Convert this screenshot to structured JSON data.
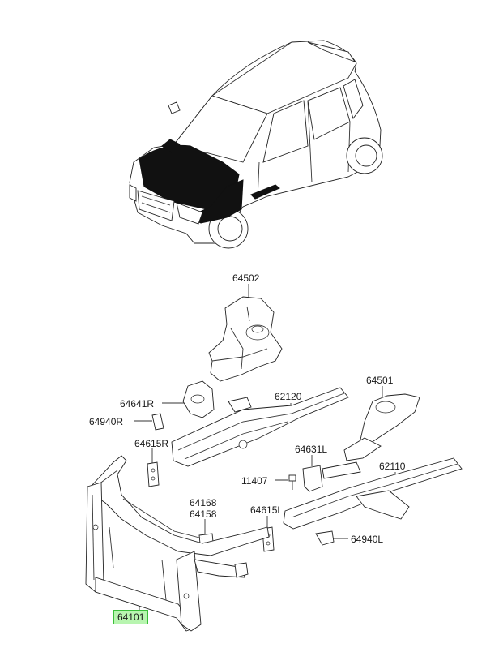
{
  "highlight_color": "#b8f5b0",
  "highlight_border": "#3bbf3b",
  "labels": {
    "p64502": "64502",
    "p64641R": "64641R",
    "p64940R": "64940R",
    "p62120": "62120",
    "p64501": "64501",
    "p64615R": "64615R",
    "p64631L": "64631L",
    "p62110": "62110",
    "p11407": "11407",
    "p64168": "64168",
    "p64158": "64158",
    "p64615L": "64615L",
    "p64940L": "64940L",
    "p64101": "64101"
  }
}
